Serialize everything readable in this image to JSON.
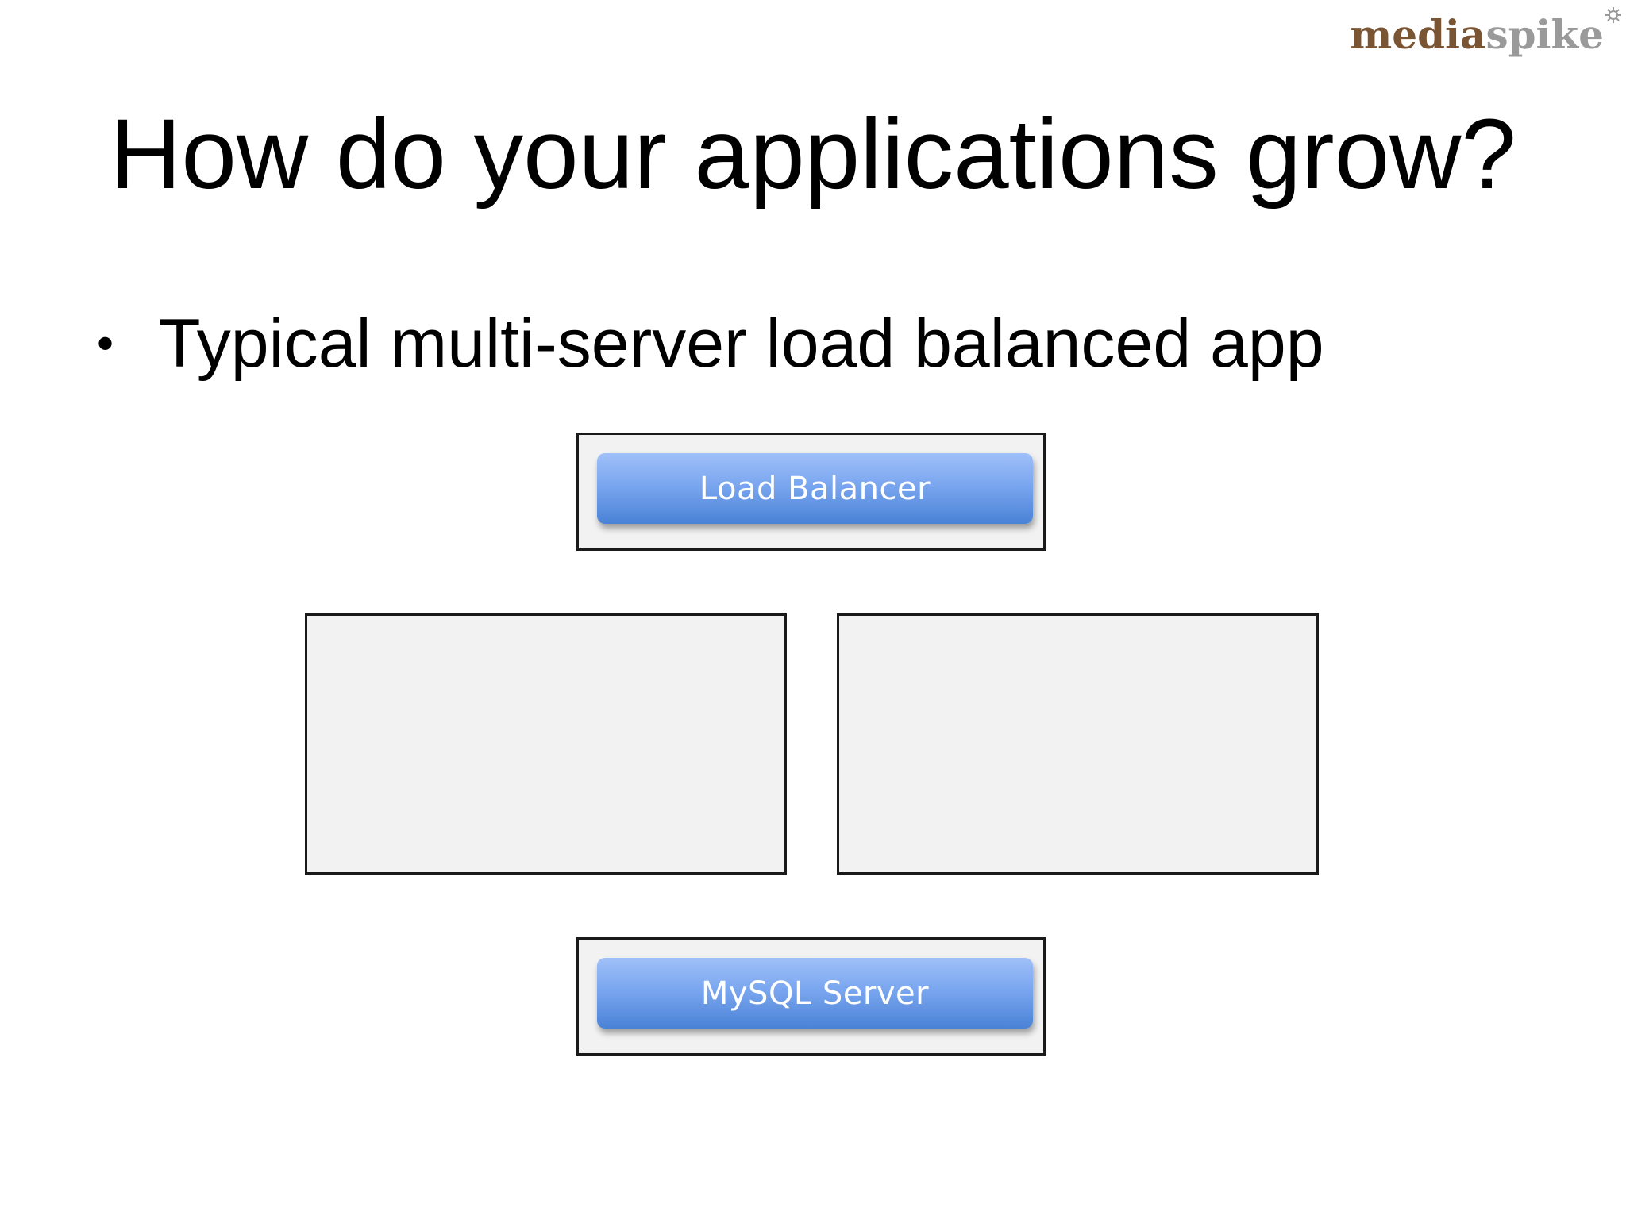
{
  "logo": {
    "part_a": "media",
    "part_b": "spike",
    "icon": "gear-icon"
  },
  "slide": {
    "title": "How do your applications grow?",
    "bullet": "•",
    "bullet_text": "Typical multi-server load balanced app"
  },
  "diagram": {
    "load_balancer_label": "Load Balancer",
    "database_label": "MySQL Server",
    "pill_color_top": "#a0c0f8",
    "pill_color_bottom": "#4a82d6",
    "box_fill": "#f2f2f2"
  }
}
